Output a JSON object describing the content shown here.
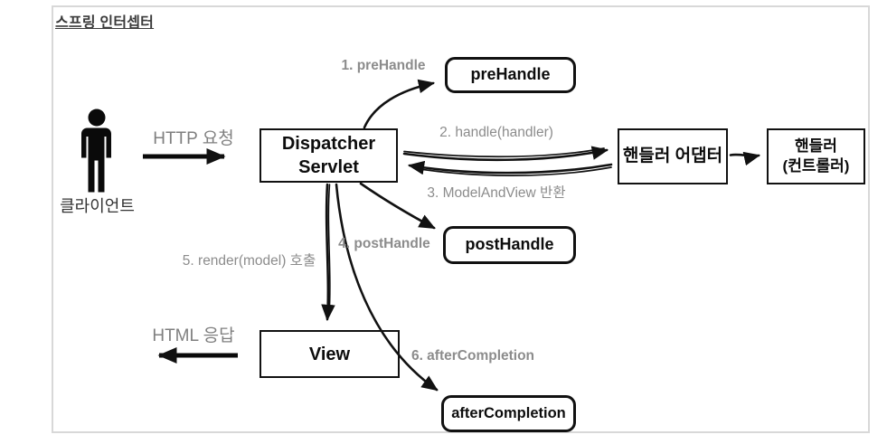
{
  "diagram": {
    "title": "스프링 인터셉터",
    "client": {
      "label": "클라이언트",
      "icon": "person-icon"
    },
    "nodes": {
      "dispatcher_servlet": "Dispatcher\nServlet",
      "prehandle": "preHandle",
      "handler_adapter": "핸들러 어댑터",
      "handler_controller": "핸들러\n(컨트롤러)",
      "posthandle": "postHandle",
      "view": "View",
      "aftercompletion": "afterCompletion"
    },
    "edge_labels": {
      "http_request": "HTTP 요청",
      "step1": "1. preHandle",
      "step2": "2. handle(handler)",
      "step3": "3. ModelAndView 반환",
      "step4": "4. postHandle",
      "step5": "5. render(model) 호출",
      "step6": "6. afterCompletion",
      "html_response": "HTML 응답"
    },
    "colors": {
      "line": "#111111",
      "label_gray": "#8c8c8c",
      "frame_border": "#d8d8d8",
      "box_background": "#ffffff",
      "title_text": "#3a3a3a"
    }
  }
}
